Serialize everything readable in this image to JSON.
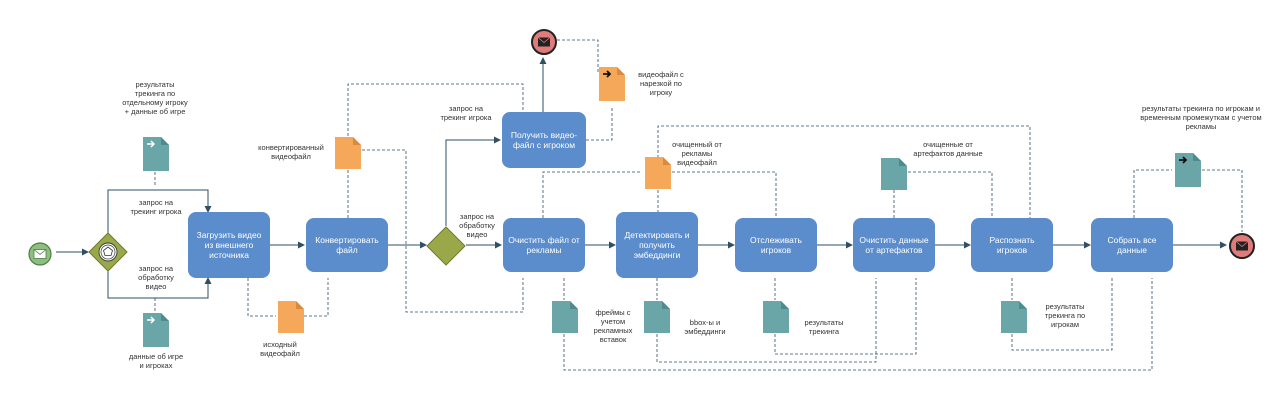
{
  "colors": {
    "task": "#5b8ccb",
    "gateway": "#9aa84a",
    "artifact_orange": "#f5a85a",
    "artifact_teal": "#6aa5a8",
    "start_event": "#8fbf7f",
    "end_event": "#e07b7b",
    "line": "#2f4f66"
  },
  "tasks": [
    {
      "id": "t_upload",
      "label": "Загрузить видео из внешнего источника"
    },
    {
      "id": "t_convert",
      "label": "Конвертировать файл"
    },
    {
      "id": "t_get_player",
      "label": "Получить видео-файл с игроком"
    },
    {
      "id": "t_clean_ads",
      "label": "Очистить файл от рекламы"
    },
    {
      "id": "t_detect",
      "label": "Детектировать и получить эмбеддинги"
    },
    {
      "id": "t_track",
      "label": "Отслеживать игроков"
    },
    {
      "id": "t_clean_art",
      "label": "Очистить данные от артефактов"
    },
    {
      "id": "t_recognize",
      "label": "Распознать игроков"
    },
    {
      "id": "t_collect",
      "label": "Собрать все данные"
    }
  ],
  "gateway_labels": {
    "req_tracking_top": "запрос на трекинг игрока",
    "req_processing_bottom": "запрос на обработку видео",
    "req_tracking_mid": "запрос на трекинг игрока",
    "req_processing_mid": "запрос на обработку видео"
  },
  "artifacts": {
    "result_player": "результаты трекинга по отдельному игроку + данные об игре",
    "game_data": "данные об игре и игроках",
    "source_video": "исходный видеофайл",
    "converted_video": "конвертированный видеофайл",
    "player_video": "видеофайл с нарезкой по игроку",
    "clean_video": "очищенный от рекламы видеофайл",
    "frames_ads": "фреймы с учетом рекламных вставок",
    "bbox": "bbox-ы и эмбеддинги",
    "tracking_results": "результаты трекинга",
    "clean_data": "очищенные от артефактов данные",
    "tracking_players": "результаты трекинга по игрокам",
    "final_results": "результаты трекинга по игрокам и временным промежуткам с учетом рекламы"
  }
}
